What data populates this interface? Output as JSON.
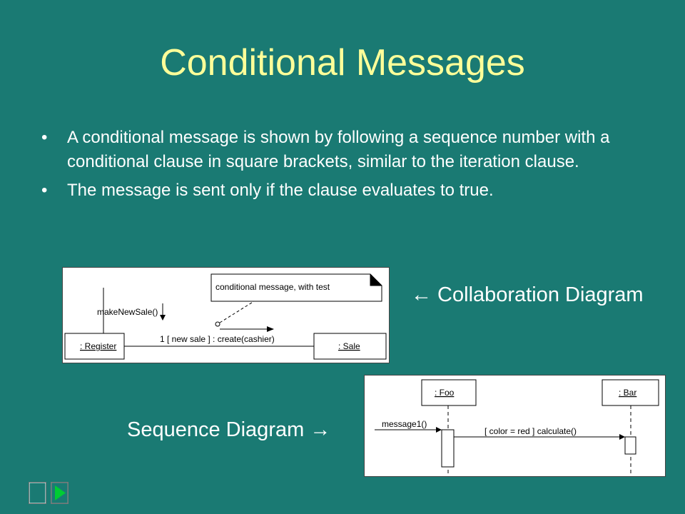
{
  "slide": {
    "title": "Conditional Messages",
    "bullets": [
      "A conditional message is shown by following a sequence number with a conditional clause in square brackets, similar to the iteration clause.",
      "The message is sent only if the clause evaluates to true."
    ],
    "bullet_glyph": "•"
  },
  "collaboration": {
    "caption": "← Collaboration Diagram",
    "note": "conditional message, with test",
    "incoming_message": "makeNewSale()",
    "message": "1 [ new sale ] : create(cashier)",
    "objects": [
      ": Register",
      ": Sale"
    ]
  },
  "sequence": {
    "caption": "Sequence Diagram →",
    "objects": [
      ": Foo",
      ": Bar"
    ],
    "incoming_message": "message1()",
    "message": "[ color = red ] calculate()"
  },
  "colors": {
    "background": "#1a7a73",
    "title": "#ffff99",
    "text": "#ffffff",
    "nav_home": "#1a7a73",
    "nav_next": "#00cc33"
  },
  "nav": {
    "home_icon": "home-square-icon",
    "next_icon": "play-arrow-icon"
  }
}
